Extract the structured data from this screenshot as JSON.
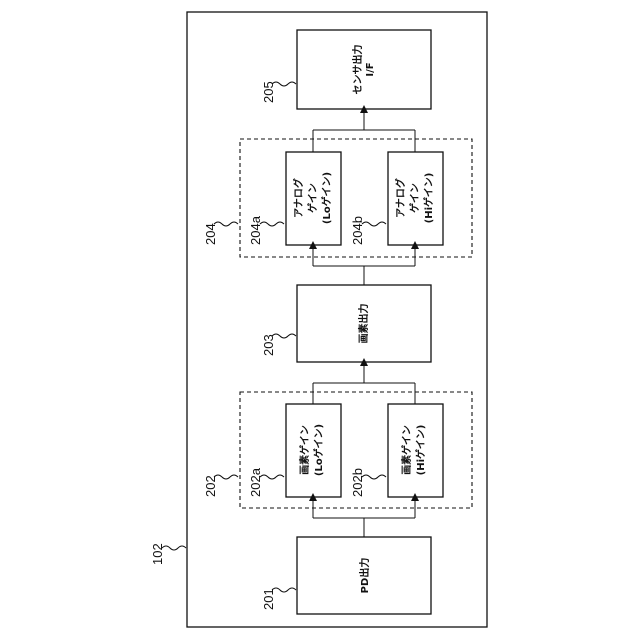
{
  "diagram": {
    "outer_label": "102",
    "blocks": {
      "b201": {
        "ref": "201",
        "lines": [
          "PD出力"
        ]
      },
      "b202a": {
        "ref": "202a",
        "lines": [
          "画素ゲイン",
          "(Loゲイン)"
        ]
      },
      "b202b": {
        "ref": "202b",
        "lines": [
          "画素ゲイン",
          "(Hiゲイン)"
        ]
      },
      "b203": {
        "ref": "203",
        "lines": [
          "画素出力"
        ]
      },
      "b204a": {
        "ref": "204a",
        "lines": [
          "アナログ",
          "ゲイン",
          "(Loゲイン)"
        ]
      },
      "b204b": {
        "ref": "204b",
        "lines": [
          "アナログ",
          "ゲイン",
          "(Hiゲイン)"
        ]
      },
      "b205": {
        "ref": "205",
        "lines": [
          "センサ出力",
          "I/F"
        ]
      }
    },
    "groups": {
      "g202": {
        "ref": "202"
      },
      "g204": {
        "ref": "204"
      }
    }
  }
}
